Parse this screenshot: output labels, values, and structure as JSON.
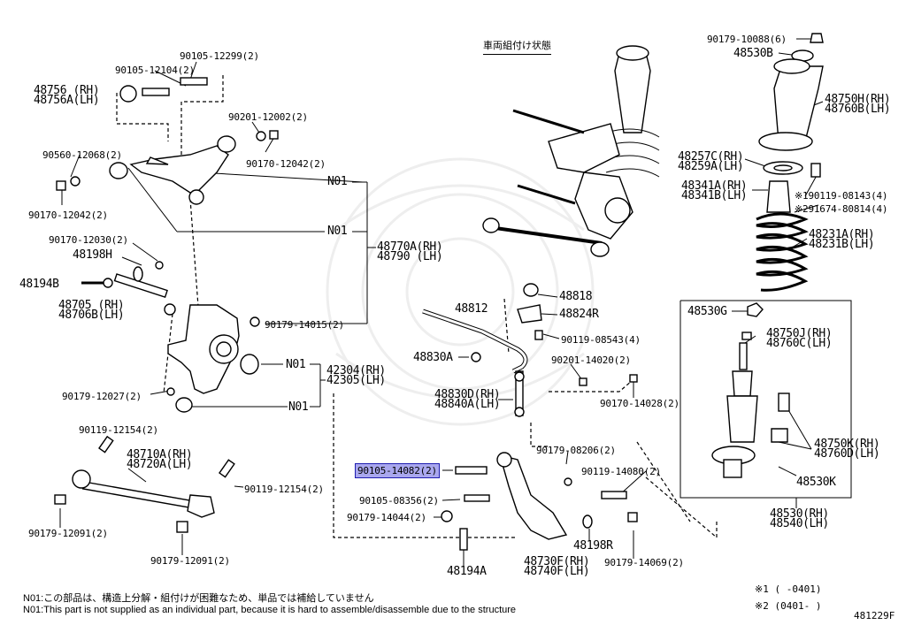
{
  "header": {
    "assembly_title": "車両組付け状態"
  },
  "labels": {
    "p90105_12299": "90105-12299(2)",
    "p90105_12104": "90105-12104(2)",
    "p48756": [
      "48756 (RH)",
      "48756A(LH)"
    ],
    "p90201_12002": "90201-12002(2)",
    "p90170_12042a": "90170-12042(2)",
    "p90560_12068": "90560-12068(2)",
    "n01_a": "N01",
    "p90170_12042b": "90170-12042(2)",
    "n01_b": "N01",
    "p48770": [
      "48770A(RH)",
      "48790 (LH)"
    ],
    "p90170_12030": "90170-12030(2)",
    "p48198h": "48198H",
    "p48194b": "48194B",
    "p48705": [
      "48705 (RH)",
      "48706B(LH)"
    ],
    "p90179_14015": "90179-14015(2)",
    "n01_c": "N01",
    "p42304": [
      "42304(RH)",
      "42305(LH)"
    ],
    "p90179_12027": "90179-12027(2)",
    "n01_d": "N01",
    "p90119_12154a": "90119-12154(2)",
    "p48710": [
      "48710A(RH)",
      "48720A(LH)"
    ],
    "p90119_12154b": "90119-12154(2)",
    "p90179_12091a": "90179-12091(2)",
    "p90179_12091b": "90179-12091(2)",
    "p48818": "48818",
    "p48812": "48812",
    "p48824r": "48824R",
    "p90119_08543": "90119-08543(4)",
    "p48830a": "48830A",
    "p90201_14020": "90201-14020(2)",
    "p48830d": [
      "48830D(RH)",
      "48840A(LH)"
    ],
    "p90170_14028": "90170-14028(2)",
    "p90179_08206": "90179-08206(2)",
    "p90105_14082": "90105-14082(2)",
    "p90119_14080": "90119-14080(2)",
    "p90105_08356": "90105-08356(2)",
    "p90179_14044": "90179-14044(2)",
    "p48198r": "48198R",
    "p48194a": "48194A",
    "p48730f": [
      "48730F(RH)",
      "48740F(LH)"
    ],
    "p90179_14069": "90179-14069(2)",
    "p90179_10088": "90179-10088(6)",
    "p48530b": "48530B",
    "p48750h": [
      "48750H(RH)",
      "48760B(LH)"
    ],
    "p48257c": [
      "48257C(RH)",
      "48259A(LH)"
    ],
    "p48341a": [
      "48341A(RH)",
      "48341B(LH)"
    ],
    "p90119_08143": "※190119-08143(4)",
    "p91674_80814": "※291674-80814(4)",
    "p48231a": [
      "48231A(RH)",
      "48231B(LH)"
    ],
    "p48530g": "48530G",
    "p48750j": [
      "48750J(RH)",
      "48760C(LH)"
    ],
    "p48750k": [
      "48750K(RH)",
      "48760D(LH)"
    ],
    "p48530k": "48530K",
    "p48530": [
      "48530(RH)",
      "48540(LH)"
    ]
  },
  "notes": {
    "jp": "N01:この部品は、構造上分解・組付けが困難なため、単品では補給していません",
    "en": "N01:This part is not supplied as an individual part, because it is hard to assemble/disassemble due to the structure"
  },
  "footnotes": {
    "mark1": "※1 (  -0401)",
    "mark2": "※2 (0401-  )"
  },
  "diagram_id": "481229F",
  "highlight_color": "#a9a7ee"
}
